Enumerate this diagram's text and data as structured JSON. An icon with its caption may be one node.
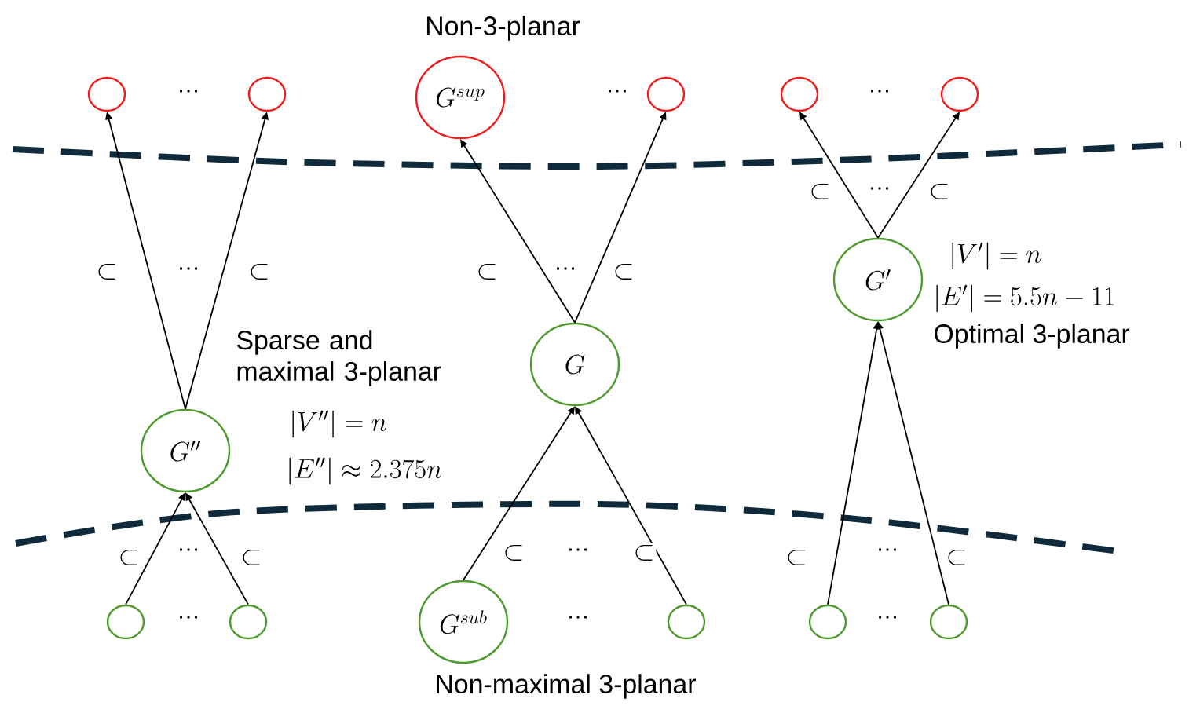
{
  "diagram": {
    "nodes": [
      {
        "text": [],
        "shape": "circle"
      },
      {
        "text": [],
        "shape": "circle"
      },
      {
        "text": [
          "G^{sup}"
        ]
      },
      {
        "text": [],
        "shape": "circle"
      },
      {
        "text": [],
        "shape": "circle"
      },
      {
        "text": [],
        "shape": "circle"
      },
      {
        "text": [
          "G''"
        ],
        "beside": [
          "Sparse and maximal 3-planar",
          "|V''| = n",
          "|E''| \\approx 2.375n"
        ]
      },
      {
        "text": [
          "G"
        ]
      },
      {
        "text": [
          "G'"
        ],
        "beside": [
          "|V'| = n",
          "|E'| = 5.5n - 11",
          "Optimal 3-planar"
        ]
      },
      {
        "text": [],
        "shape": "circle"
      },
      {
        "text": [],
        "shape": "circle"
      },
      {
        "text": [
          "G^{sub}"
        ]
      },
      {
        "text": [],
        "shape": "circle"
      },
      {
        "text": [],
        "shape": "circle"
      },
      {
        "text": [],
        "shape": "circle"
      }
    ],
    "edges": [
      {
        "from": 6,
        "to": 0,
        "arrow": "to",
        "label": "\\subset"
      },
      {
        "from": 6,
        "to": 1,
        "arrow": "to",
        "label": "\\subset"
      },
      {
        "from": 7,
        "to": 2,
        "arrow": "to",
        "label": "\\subset"
      },
      {
        "from": 7,
        "to": 3,
        "arrow": "to",
        "label": "\\subset"
      },
      {
        "from": 8,
        "to": 4,
        "arrow": "to",
        "label": "\\subset"
      },
      {
        "from": 8,
        "to": 5,
        "arrow": "to",
        "label": "\\subset"
      },
      {
        "from": 9,
        "to": 6,
        "arrow": "to",
        "label": "\\subset"
      },
      {
        "from": 10,
        "to": 6,
        "arrow": "to",
        "label": "\\subset"
      },
      {
        "from": 11,
        "to": 7,
        "arrow": "to",
        "label": "\\subset"
      },
      {
        "from": 12,
        "to": 7,
        "arrow": "to",
        "label": "\\subset"
      },
      {
        "from": 13,
        "to": 8,
        "arrow": "to",
        "label": "\\subset"
      },
      {
        "from": 14,
        "to": 8,
        "arrow": "to",
        "label": "\\subset"
      }
    ],
    "labels": [
      "Non-3-planar",
      "…",
      "…",
      "…",
      "…",
      "…",
      "…",
      "…",
      "…",
      "…",
      "…",
      "…",
      "…",
      "Non-maximal 3-planar"
    ]
  }
}
